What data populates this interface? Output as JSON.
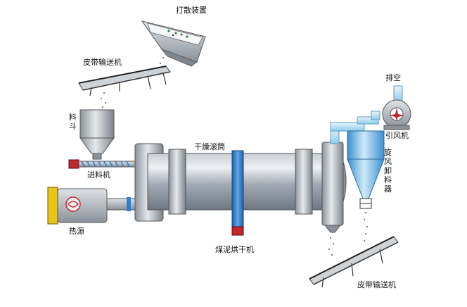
{
  "labels": {
    "disperser": "打散装置",
    "conveyor_top": "皮带输送机",
    "hopper": "料斗",
    "feeder": "进料机",
    "heat_source": "热源",
    "drum": "干燥滚筒",
    "dryer": "煤泥烘干机",
    "exhaust": "排空",
    "fan": "引风机",
    "cyclone": "旋风卸料器",
    "conveyor_bottom": "皮带输送机"
  },
  "colors": {
    "drum_body": "#9aa3af",
    "steel_light": "#d8dde3",
    "blue_accent": "#2f7fd0",
    "pipe_blue": "#bfe3f5",
    "motor_red": "#c0282b",
    "heater_yellow": "#e8c619"
  }
}
